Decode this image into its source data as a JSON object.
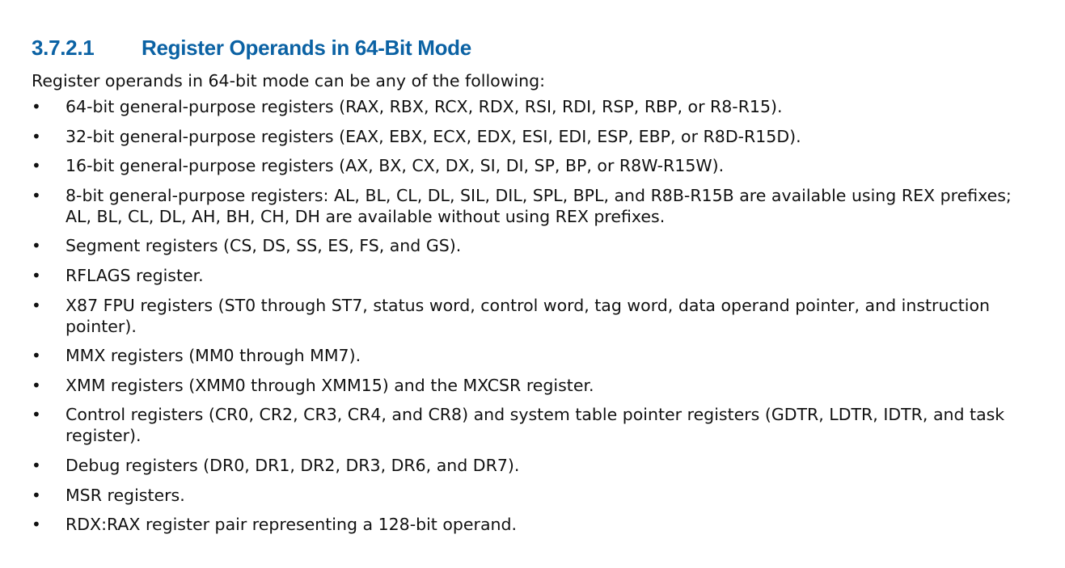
{
  "section": {
    "number": "3.7.2.1",
    "title": "Register Operands in 64-Bit Mode"
  },
  "intro": "Register operands in 64-bit mode can be any of the following:",
  "bullet_glyph": "•",
  "items": [
    "64-bit general-purpose registers (RAX, RBX, RCX, RDX, RSI, RDI, RSP, RBP, or R8-R15).",
    "32-bit general-purpose registers (EAX, EBX, ECX, EDX, ESI, EDI, ESP, EBP, or R8D-R15D).",
    "16-bit general-purpose registers (AX, BX, CX, DX, SI, DI, SP, BP, or R8W-R15W).",
    "8-bit general-purpose registers: AL, BL, CL, DL, SIL, DIL, SPL, BPL, and R8B-R15B are available using REX prefixes; AL, BL, CL, DL, AH, BH, CH, DH are available without using REX prefixes.",
    "Segment registers (CS, DS, SS, ES, FS, and GS).",
    "RFLAGS register.",
    "X87 FPU registers (ST0 through ST7, status word, control word, tag word, data operand pointer, and instruction pointer).",
    "MMX registers (MM0 through MM7).",
    "XMM registers (XMM0 through XMM15) and the MXCSR register.",
    "Control registers (CR0, CR2, CR3, CR4, and CR8) and system table pointer registers (GDTR, LDTR, IDTR, and task register).",
    "Debug registers (DR0, DR1, DR2, DR3, DR6, and DR7).",
    "MSR registers.",
    "RDX:RAX register pair representing a 128-bit operand."
  ],
  "colors": {
    "heading": "#0b62a4",
    "text": "#111111",
    "background": "#ffffff"
  }
}
